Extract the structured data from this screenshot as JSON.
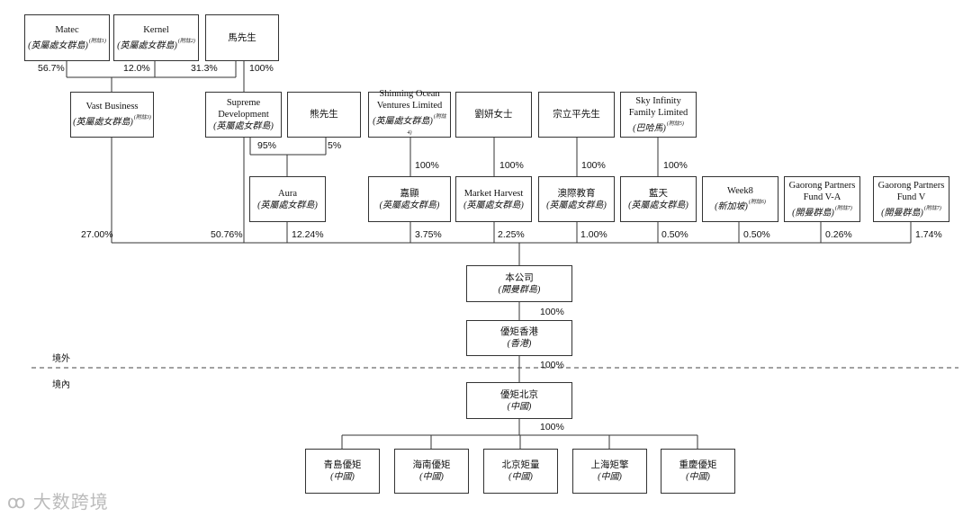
{
  "entities": {
    "matec": {
      "name": "Matec",
      "sub": "(英屬處女群島)",
      "note": "(附註1)"
    },
    "kernel": {
      "name": "Kernel",
      "sub": "(英屬處女群島)",
      "note": "(附註2)"
    },
    "ma": {
      "name": "馬先生"
    },
    "vast": {
      "name": "Vast Business",
      "sub": "(英屬處女群島)",
      "note": "(附註3)"
    },
    "supreme": {
      "name": "Supreme Development",
      "sub": "(英屬處女群島)"
    },
    "xiong": {
      "name": "熊先生"
    },
    "aura": {
      "name": "Aura",
      "sub": "(英屬處女群島)"
    },
    "shinning": {
      "name": "Shinning Ocean Ventures Limited",
      "sub": "(英屬處女群島)",
      "note": "(附註4)"
    },
    "jiaxian": {
      "name": "嘉顯",
      "sub": "(英屬處女群島)"
    },
    "liu": {
      "name": "劉妍女士"
    },
    "market": {
      "name": "Market Harvest",
      "sub": "(英屬處女群島)"
    },
    "zong": {
      "name": "宗立平先生"
    },
    "aoji": {
      "name": "澳際教育",
      "sub": "(英屬處女群島)"
    },
    "sky": {
      "name": "Sky Infinity Family Limited",
      "sub": "(巴哈馬)",
      "note": "(附註5)"
    },
    "lantian": {
      "name": "藍天",
      "sub": "(英屬處女群島)"
    },
    "week8": {
      "name": "Week8",
      "sub": "(新加坡)",
      "note": "(附註6)"
    },
    "gaova": {
      "name": "Gaorong Partners Fund V-A",
      "sub": "(開曼群島)",
      "note": "(附註7)"
    },
    "gaov": {
      "name": "Gaorong Partners Fund V",
      "sub": "(開曼群島)",
      "note": "(附註7)"
    },
    "company": {
      "name": "本公司",
      "sub": "(開曼群島)"
    },
    "hk": {
      "name": "優矩香港",
      "sub": "(香港)"
    },
    "bj": {
      "name": "優矩北京",
      "sub": "(中國)"
    },
    "qd": {
      "name": "青島優矩",
      "sub": "(中國)"
    },
    "hn": {
      "name": "海南優矩",
      "sub": "(中國)"
    },
    "bjjl": {
      "name": "北京矩量",
      "sub": "(中國)"
    },
    "sh": {
      "name": "上海矩擎",
      "sub": "(中國)"
    },
    "cq": {
      "name": "重慶優矩",
      "sub": "(中國)"
    }
  },
  "percentages": {
    "matec_vast": "56.7%",
    "kernel_vast": "12.0%",
    "kernel_supreme": "31.3%",
    "ma_supreme": "100%",
    "supreme_aura": "95%",
    "xiong_aura": "5%",
    "shinning_jiaxian": "100%",
    "liu_market": "100%",
    "zong_aoji": "100%",
    "sky_lantian": "100%",
    "vast_co": "27.00%",
    "supreme_co": "50.76%",
    "aura_co": "12.24%",
    "jiaxian_co": "3.75%",
    "market_co": "2.25%",
    "aoji_co": "1.00%",
    "lantian_co": "0.50%",
    "week8_co": "0.50%",
    "gaova_co": "0.26%",
    "gaov_co": "1.74%",
    "co_hk": "100%",
    "hk_bj": "100%",
    "bj_subs": "100%"
  },
  "regions": {
    "offshore": "境外",
    "onshore": "境內"
  },
  "watermark": "大数跨境"
}
